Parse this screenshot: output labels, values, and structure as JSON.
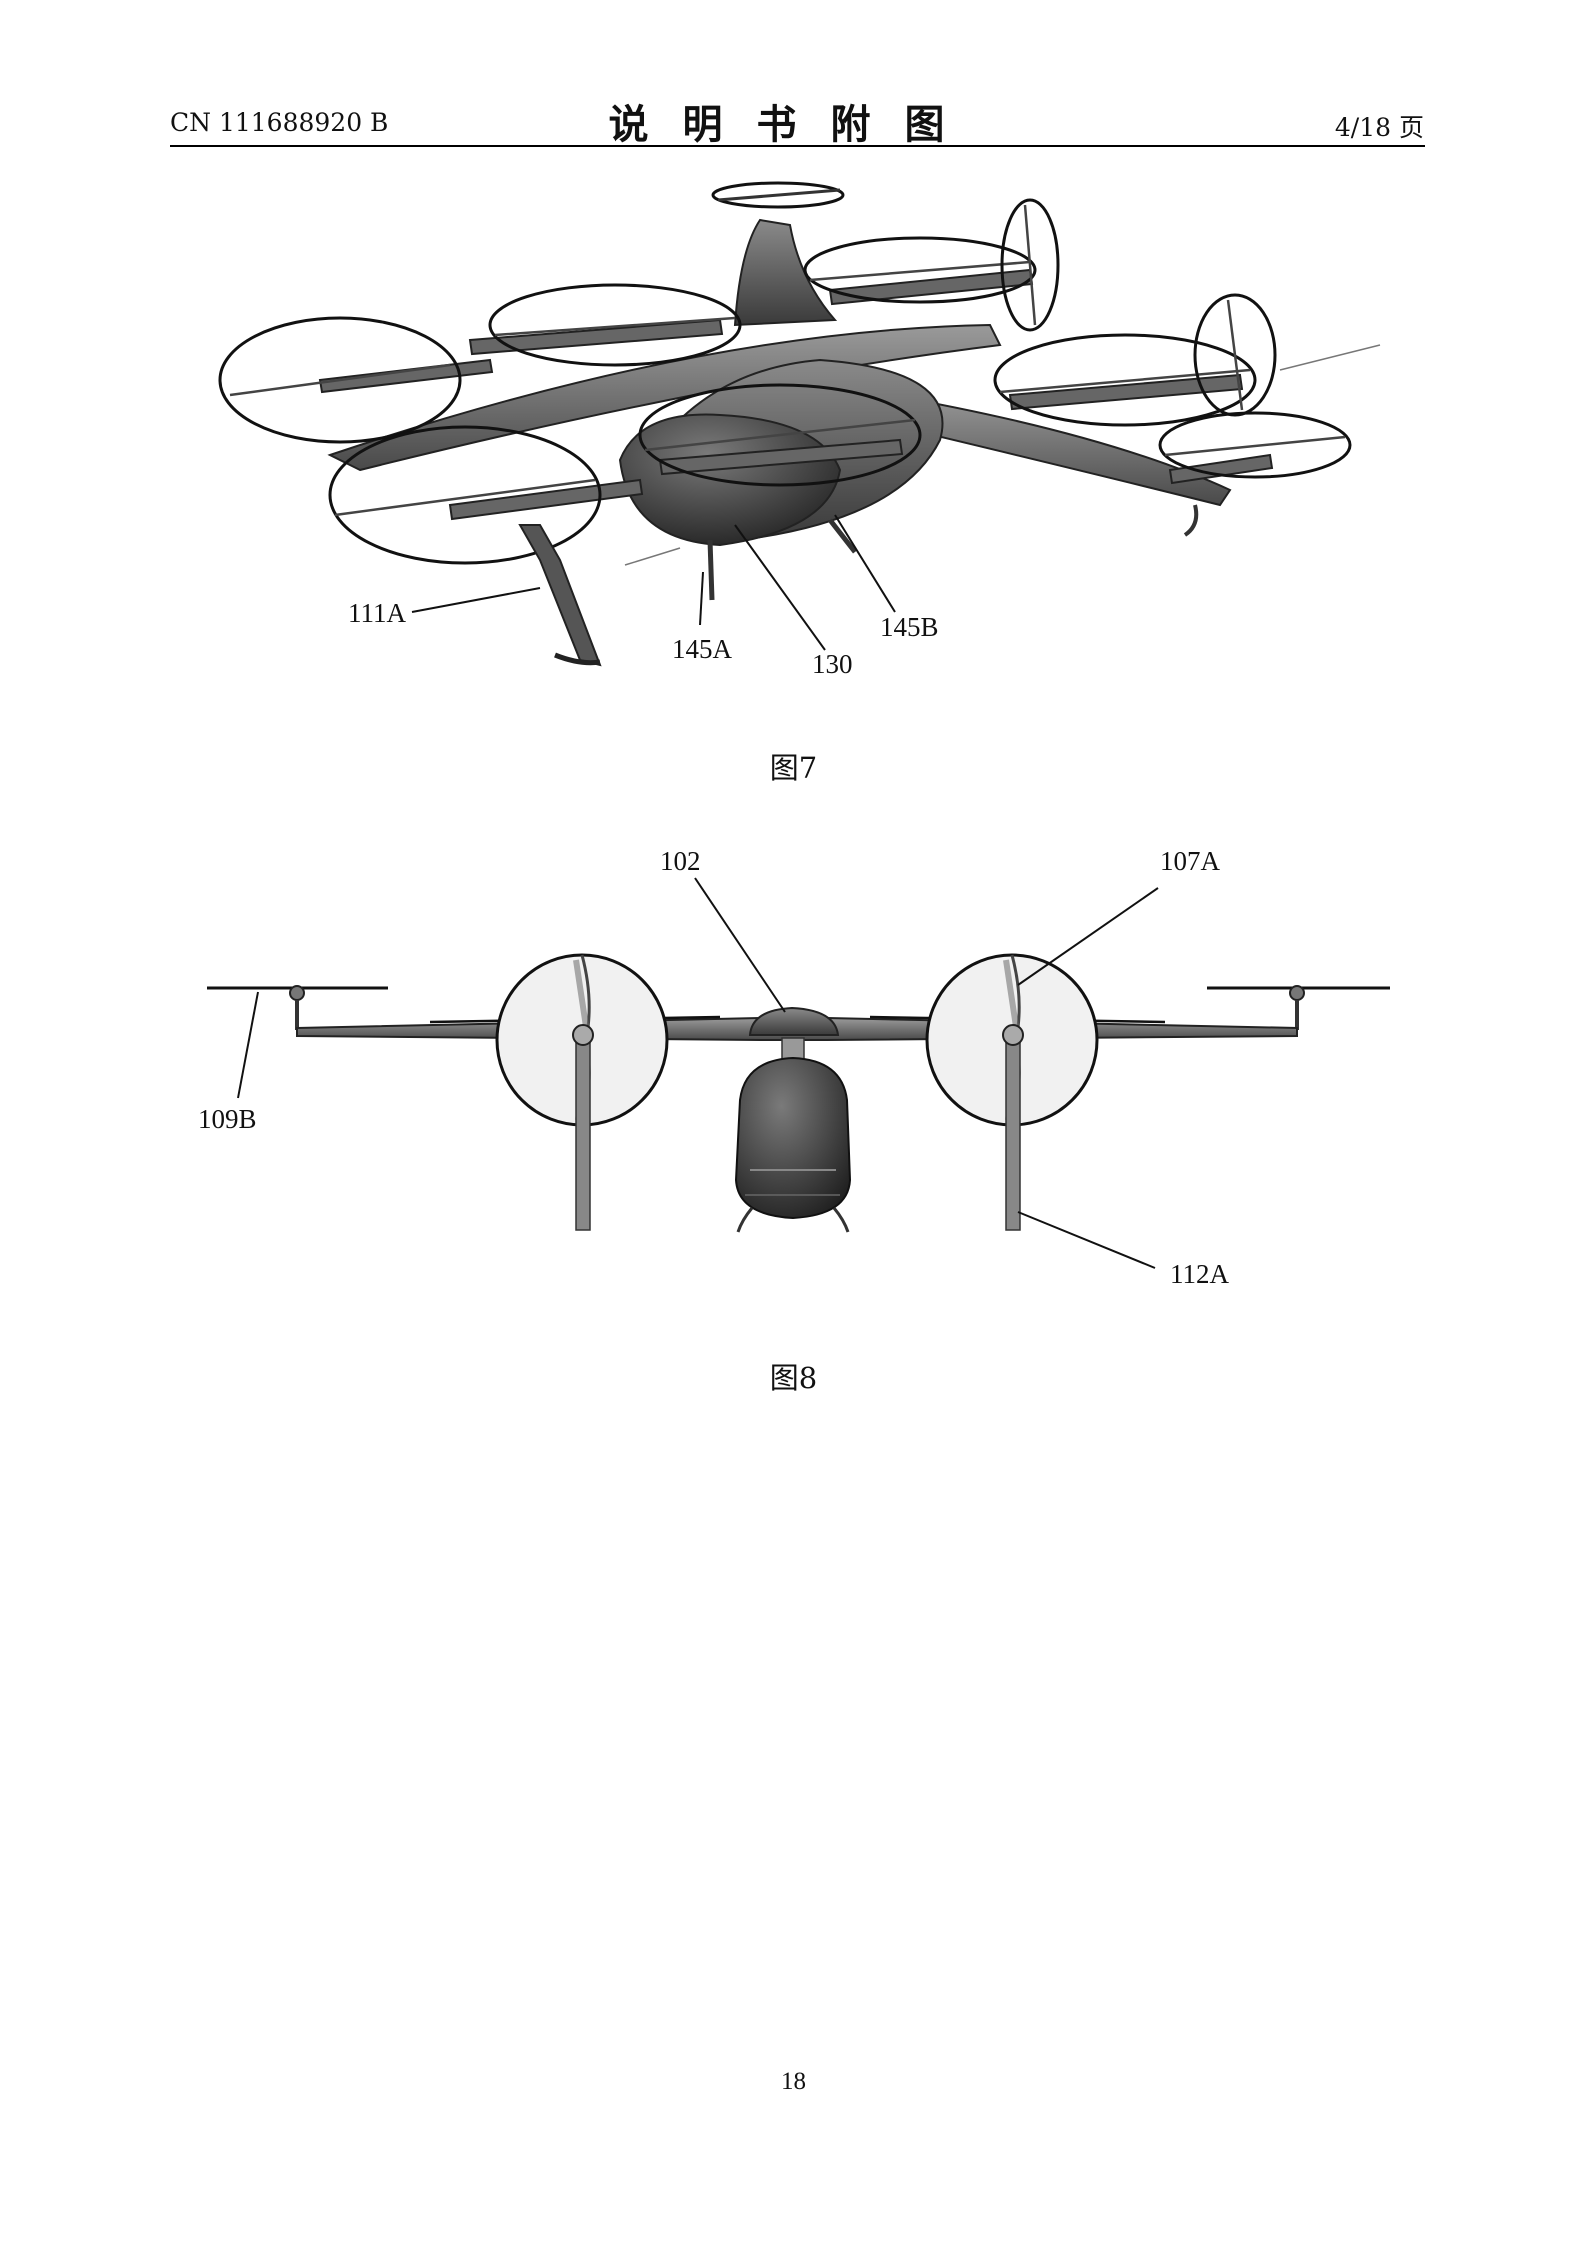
{
  "header": {
    "patent_number": "CN 111688920 B",
    "section_title": "说明书附图",
    "page_indicator": "4/18 页"
  },
  "figure7": {
    "caption": "图7",
    "labels": {
      "l111A": "111A",
      "l145A": "145A",
      "l130": "130",
      "l145B": "145B"
    }
  },
  "figure8": {
    "caption": "图8",
    "labels": {
      "l102": "102",
      "l107A": "107A",
      "l109B": "109B",
      "l112A": "112A"
    }
  },
  "footer": {
    "page_number": "18"
  }
}
